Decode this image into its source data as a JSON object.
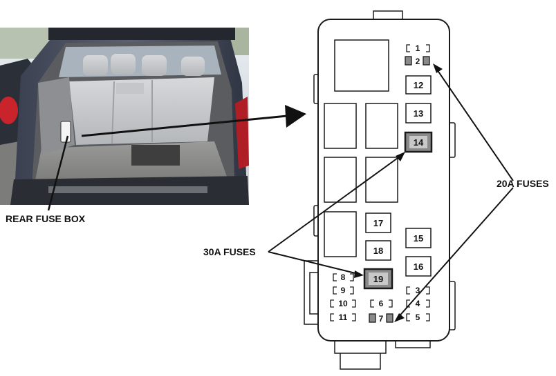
{
  "labels": {
    "rear_fuse_box": "REAR FUSE BOX",
    "fuses_30a": "30A FUSES",
    "fuses_20a": "20A FUSES"
  },
  "fuse_box": {
    "large_fuses": [
      {
        "id": "f12",
        "label": "12",
        "highlight": false
      },
      {
        "id": "f13",
        "label": "13",
        "highlight": false
      },
      {
        "id": "f14",
        "label": "14",
        "highlight": true
      },
      {
        "id": "f15",
        "label": "15",
        "highlight": false
      },
      {
        "id": "f16",
        "label": "16",
        "highlight": false
      },
      {
        "id": "f17",
        "label": "17",
        "highlight": false
      },
      {
        "id": "f18",
        "label": "18",
        "highlight": false
      },
      {
        "id": "f19",
        "label": "19",
        "highlight": true
      }
    ],
    "mini_fuses": [
      {
        "id": "m1",
        "label": "1",
        "highlight": false
      },
      {
        "id": "m2",
        "label": "2",
        "highlight": true
      },
      {
        "id": "m3",
        "label": "3",
        "highlight": false
      },
      {
        "id": "m4",
        "label": "4",
        "highlight": false
      },
      {
        "id": "m5",
        "label": "5",
        "highlight": false
      },
      {
        "id": "m6",
        "label": "6",
        "highlight": false
      },
      {
        "id": "m7",
        "label": "7",
        "highlight": true
      },
      {
        "id": "m8",
        "label": "8",
        "highlight": false
      },
      {
        "id": "m9",
        "label": "9",
        "highlight": false
      },
      {
        "id": "m10",
        "label": "10",
        "highlight": false
      },
      {
        "id": "m11",
        "label": "11",
        "highlight": false
      }
    ]
  },
  "colors": {
    "highlight_fill": "#8a8a8a",
    "outline": "#1a1a1a"
  }
}
